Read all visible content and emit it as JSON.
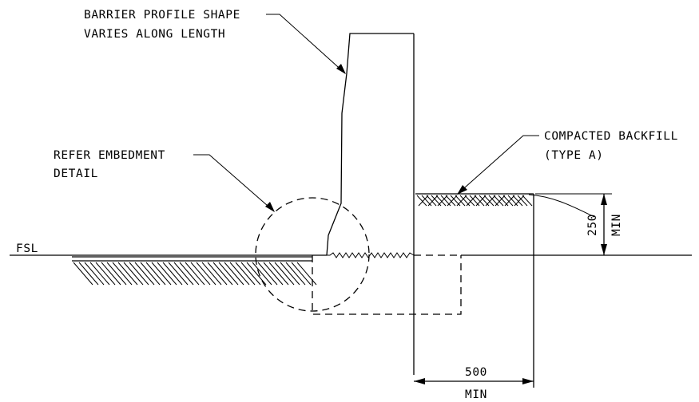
{
  "labels": {
    "barrier_line1": "BARRIER PROFILE SHAPE",
    "barrier_line2": "VARIES ALONG LENGTH",
    "refer_line1": "REFER EMBEDMENT",
    "refer_line2": "DETAIL",
    "backfill_line1": "COMPACTED BACKFILL",
    "backfill_line2": "(TYPE A)",
    "fsl": "FSL"
  },
  "dimensions": {
    "height_value": "250",
    "height_suffix": "MIN",
    "width_value": "500",
    "width_suffix": "MIN"
  },
  "colors": {
    "line": "#000000",
    "background": "#ffffff"
  }
}
